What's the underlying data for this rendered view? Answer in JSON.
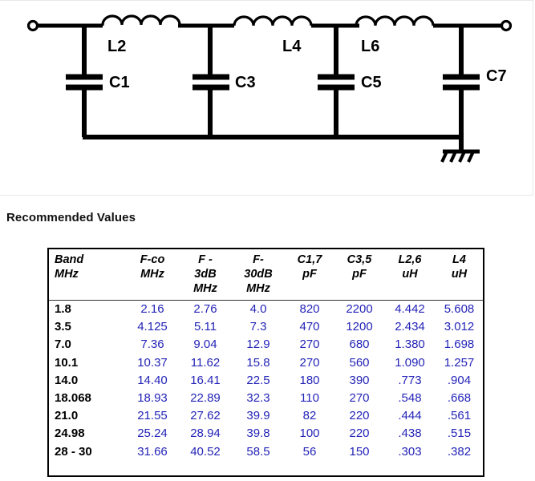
{
  "schematic": {
    "name": "low-pass-filter-schematic",
    "description": "Seven element elliptical low pass filter ladder network",
    "inductors": [
      "L2",
      "L4",
      "L6"
    ],
    "capacitors": [
      "C1",
      "C3",
      "C5",
      "C7"
    ],
    "ground_symbol": "chassis-ground",
    "input_terminal": "input-terminal",
    "output_terminal": "output-terminal"
  },
  "section": {
    "title": "Recommended Values"
  },
  "table": {
    "columns": [
      {
        "key": "band",
        "lines": [
          "Band",
          "MHz"
        ]
      },
      {
        "key": "fco",
        "lines": [
          "F-co",
          "MHz"
        ]
      },
      {
        "key": "f3db",
        "lines": [
          "F -",
          "3dB",
          "MHz"
        ]
      },
      {
        "key": "f30db",
        "lines": [
          "F-",
          "30dB",
          "MHz"
        ]
      },
      {
        "key": "c17",
        "lines": [
          "C1,7",
          "pF"
        ]
      },
      {
        "key": "c35",
        "lines": [
          "C3,5",
          "pF"
        ]
      },
      {
        "key": "l26",
        "lines": [
          "L2,6",
          "uH"
        ]
      },
      {
        "key": "l4",
        "lines": [
          "L4",
          "uH"
        ]
      }
    ],
    "rows": [
      {
        "band": "1.8",
        "fco": "2.16",
        "f3db": "2.76",
        "f30db": "4.0",
        "c17": "820",
        "c35": "2200",
        "l26": "4.442",
        "l4": "5.608"
      },
      {
        "band": "3.5",
        "fco": "4.125",
        "f3db": "5.11",
        "f30db": "7.3",
        "c17": "470",
        "c35": "1200",
        "l26": "2.434",
        "l4": "3.012"
      },
      {
        "band": "7.0",
        "fco": "7.36",
        "f3db": "9.04",
        "f30db": "12.9",
        "c17": "270",
        "c35": "680",
        "l26": "1.380",
        "l4": "1.698"
      },
      {
        "band": "10.1",
        "fco": "10.37",
        "f3db": "11.62",
        "f30db": "15.8",
        "c17": "270",
        "c35": "560",
        "l26": "1.090",
        "l4": "1.257"
      },
      {
        "band": "14.0",
        "fco": "14.40",
        "f3db": "16.41",
        "f30db": "22.5",
        "c17": "180",
        "c35": "390",
        "l26": ".773",
        "l4": ".904"
      },
      {
        "band": "18.068",
        "fco": "18.93",
        "f3db": "22.89",
        "f30db": "32.3",
        "c17": "110",
        "c35": "270",
        "l26": ".548",
        "l4": ".668"
      },
      {
        "band": "21.0",
        "fco": "21.55",
        "f3db": "27.62",
        "f30db": "39.9",
        "c17": "82",
        "c35": "220",
        "l26": ".444",
        "l4": ".561"
      },
      {
        "band": "24.98",
        "fco": "25.24",
        "f3db": "28.94",
        "f30db": "39.8",
        "c17": "100",
        "c35": "220",
        "l26": ".438",
        "l4": ".515"
      },
      {
        "band": "28 - 30",
        "fco": "31.66",
        "f3db": "40.52",
        "f30db": "58.5",
        "c17": "56",
        "c35": "150",
        "l26": ".303",
        "l4": ".382"
      }
    ]
  },
  "colors": {
    "data_text": "#2424b8",
    "header_text": "#000000",
    "border": "#000000"
  }
}
